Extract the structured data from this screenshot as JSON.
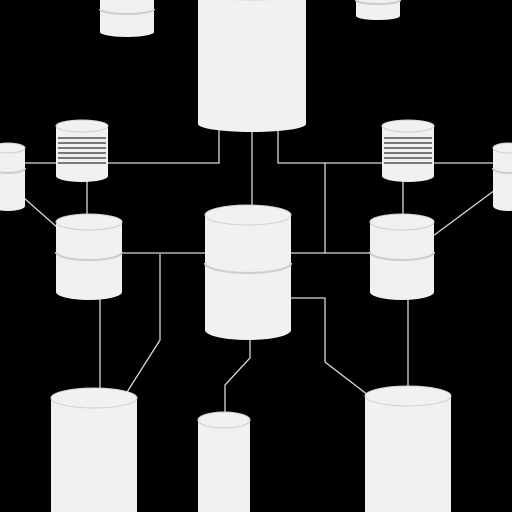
{
  "diagram": {
    "background_color": "#000000",
    "node_fill": "#f1f1f1",
    "node_shadow": "#cfcfcf",
    "connector_color": "#d8d8d8",
    "node_shape": "database-cylinder",
    "nodes": [
      {
        "name": "db-top-left-small"
      },
      {
        "name": "db-top-center-large"
      },
      {
        "name": "db-top-right-small"
      },
      {
        "name": "db-upper-left-striped"
      },
      {
        "name": "db-upper-right-striped"
      },
      {
        "name": "db-edge-left"
      },
      {
        "name": "db-edge-right"
      },
      {
        "name": "db-middle-left"
      },
      {
        "name": "db-center-hub"
      },
      {
        "name": "db-middle-right"
      },
      {
        "name": "db-bottom-left"
      },
      {
        "name": "db-bottom-center-small"
      },
      {
        "name": "db-bottom-right"
      }
    ]
  }
}
